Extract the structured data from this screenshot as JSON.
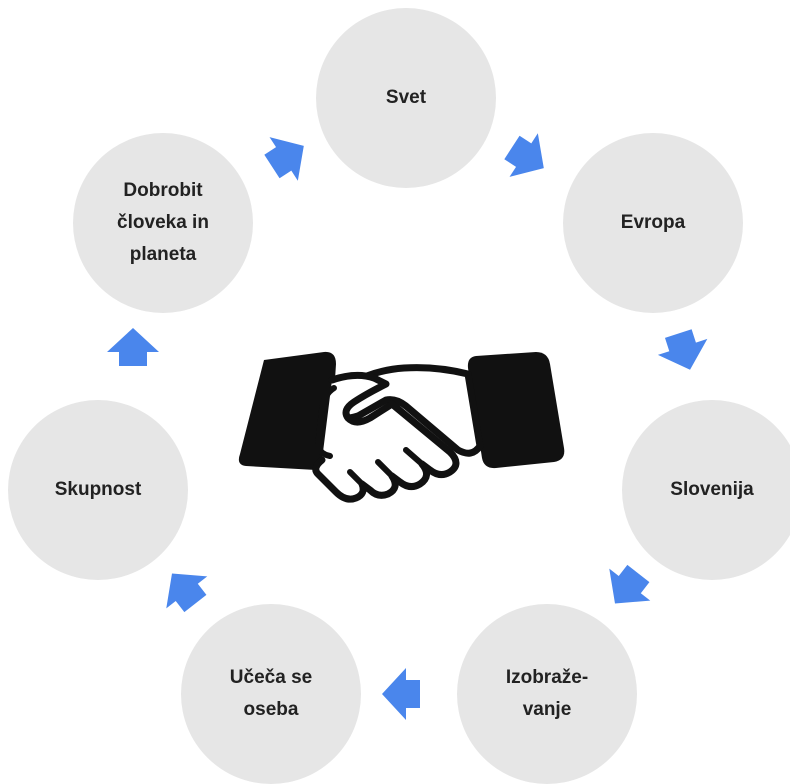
{
  "diagram": {
    "accent_color": "#4a86ec",
    "node_color": "#e6e6e6",
    "center_icon": "handshake-icon",
    "nodes": [
      {
        "id": "svet",
        "label": "Svet"
      },
      {
        "id": "evropa",
        "label": "Evropa"
      },
      {
        "id": "slovenija",
        "label": "Slovenija"
      },
      {
        "id": "izobrazevanje",
        "label": "Izobraže-\nvanje"
      },
      {
        "id": "uceca",
        "label": "Učeča se\noseba"
      },
      {
        "id": "skupnost",
        "label": "Skupnost"
      },
      {
        "id": "dobrobit",
        "label": "Dobrobit\nčloveka in\nplaneta"
      }
    ]
  }
}
